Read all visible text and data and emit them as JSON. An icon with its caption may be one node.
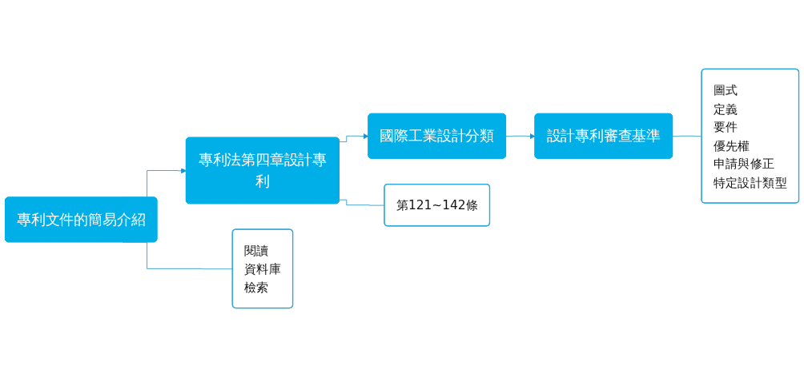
{
  "diagram": {
    "nodes": [
      {
        "text": [
          "專利文件的簡易介紹"
        ]
      },
      {
        "text": [
          "專利法第四章設計專利"
        ]
      },
      {
        "text": [
          "國際工業設計分類"
        ]
      },
      {
        "text": [
          "設計專利審查基準"
        ]
      },
      {
        "text": [
          "閱讀",
          "資料庫",
          "檢索"
        ]
      },
      {
        "text": [
          "第121~142條"
        ]
      },
      {
        "text": [
          "圖式",
          "定義",
          "要件",
          "優先權",
          "申請與修正",
          "特定設計類型"
        ]
      }
    ],
    "edges": [
      {
        "from": 0,
        "to": 1,
        "arrow": "to"
      },
      {
        "from": 1,
        "to": 2,
        "arrow": "to"
      },
      {
        "from": 2,
        "to": 3,
        "arrow": "to"
      },
      {
        "from": 0,
        "to": 4,
        "arrow": "none"
      },
      {
        "from": 1,
        "to": 5,
        "arrow": "none"
      },
      {
        "from": 3,
        "to": 6,
        "arrow": "none"
      }
    ]
  }
}
